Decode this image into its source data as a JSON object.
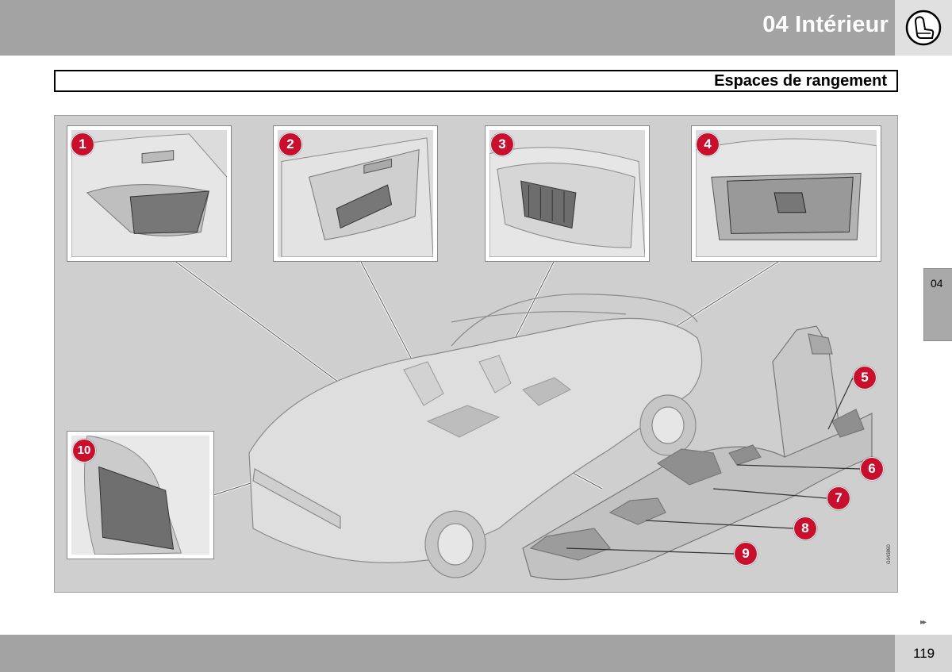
{
  "header": {
    "chapter_title": "04 Intérieur",
    "chapter_icon": "seat-icon",
    "section_title": "Espaces de rangement"
  },
  "side_tab": {
    "label": "04"
  },
  "figure": {
    "code": "G043860",
    "callouts": [
      "1",
      "2",
      "3",
      "4",
      "5",
      "6",
      "7",
      "8",
      "9",
      "10"
    ],
    "accent_color": "#c8102e"
  },
  "footer": {
    "next_icon": "double-arrow-right-icon",
    "next_symbol": "▸▸",
    "page_number": "119"
  }
}
